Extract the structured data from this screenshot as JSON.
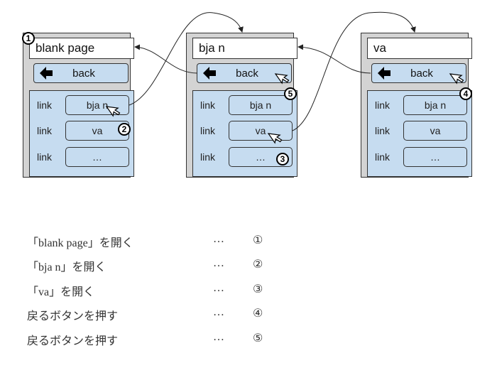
{
  "panels": [
    {
      "title": "blank page",
      "back_label": "back",
      "rows": [
        {
          "label": "link",
          "button": "bja n"
        },
        {
          "label": "link",
          "button": "va"
        },
        {
          "label": "link",
          "button": "…"
        }
      ]
    },
    {
      "title": "bja n",
      "back_label": "back",
      "rows": [
        {
          "label": "link",
          "button": "bja n"
        },
        {
          "label": "link",
          "button": "va"
        },
        {
          "label": "link",
          "button": "…"
        }
      ]
    },
    {
      "title": "va",
      "back_label": "back",
      "rows": [
        {
          "label": "link",
          "button": "bja n"
        },
        {
          "label": "link",
          "button": "va"
        },
        {
          "label": "link",
          "button": "…"
        }
      ]
    }
  ],
  "step_markers": [
    "1",
    "2",
    "3",
    "4",
    "5"
  ],
  "legend": [
    {
      "text": "「blank page」を開く",
      "dots": "…",
      "mark": "①"
    },
    {
      "text": "「bja n」を開く",
      "dots": "…",
      "mark": "②"
    },
    {
      "text": "「va」を開く",
      "dots": "…",
      "mark": "③"
    },
    {
      "text": "戻るボタンを押す",
      "dots": "…",
      "mark": "④"
    },
    {
      "text": "戻るボタンを押す",
      "dots": "…",
      "mark": "⑤"
    }
  ]
}
